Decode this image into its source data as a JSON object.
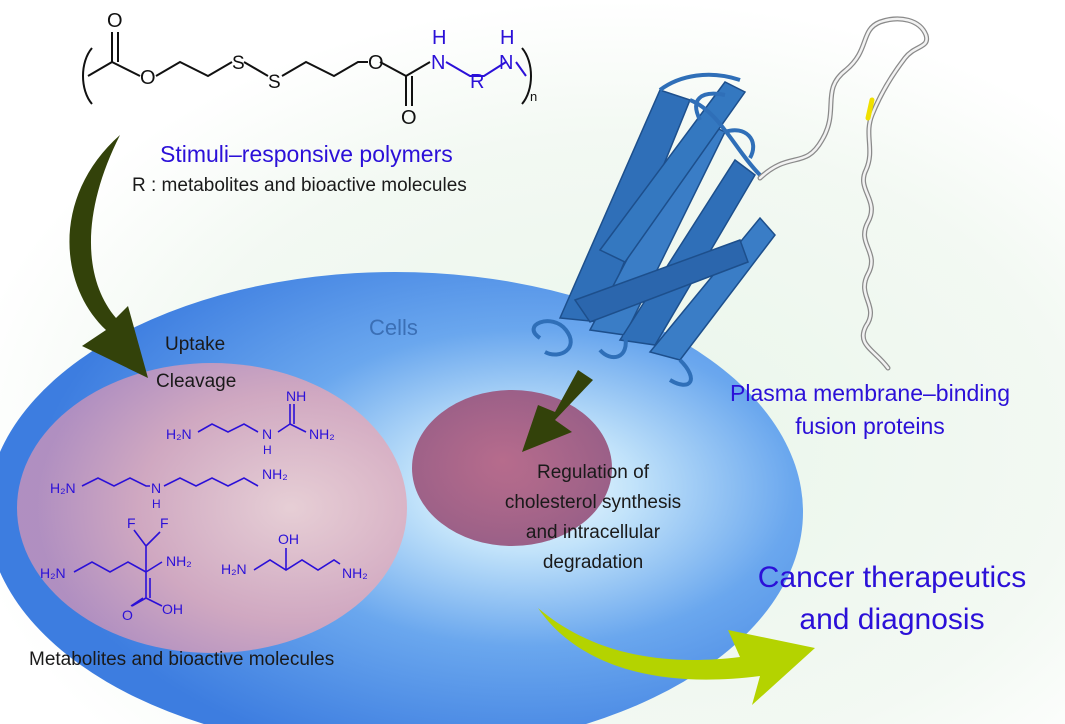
{
  "polymer": {
    "carbonyl_oxygen_top": "O",
    "ester_oxygen": "O",
    "sulfur_1": "S",
    "sulfur_2": "S",
    "carbamate_oxygen": "O",
    "carbamate_carbonyl_oxygen": "O",
    "amine_h_1": "H",
    "amine_n_1": "N",
    "r_group": "R",
    "amine_h_2": "H",
    "amine_n_2": "N",
    "repeat_subscript": "n"
  },
  "labels": {
    "polymer_title": "Stimuli–responsive polymers",
    "polymer_subtitle": "R : metabolites and bioactive molecules",
    "cells": "Cells",
    "uptake": "Uptake",
    "cleavage": "Cleavage",
    "metabolites": "Metabolites and bioactive molecules",
    "regulation_line1": "Regulation of",
    "regulation_line2": "cholesterol synthesis",
    "regulation_line3": "and intracellular",
    "regulation_line4": "degradation",
    "fusion_line1": "Plasma membrane–binding",
    "fusion_line2": "fusion proteins",
    "cancer_line1": "Cancer therapeutics",
    "cancer_line2": "and diagnosis"
  },
  "molecules": {
    "agmatine": {
      "left_amine": "H₂N",
      "nh": "N",
      "nh_h": "H",
      "imine": "NH",
      "right_amine": "NH₂"
    },
    "spermidine": {
      "left_amine": "H₂N",
      "nh": "N",
      "nh_h": "H",
      "right_amine": "NH₂"
    },
    "dfmo": {
      "f1": "F",
      "f2": "F",
      "amine": "NH₂",
      "left_amine": "H₂N",
      "carbonyl_o": "O",
      "oh": "OH"
    },
    "hydroxyputrescine": {
      "oh": "OH",
      "left_amine": "H₂N",
      "right_amine": "NH₂"
    }
  },
  "colors": {
    "cell_blue": "#3f7fe0",
    "text_blue": "#2b10d8",
    "arrow_dark_green": "#33420a",
    "arrow_yellow_green": "#b4d300",
    "protein_blue": "#2f6fb8",
    "region_pink": "#d6a9be",
    "region_magenta": "#a24f78"
  }
}
